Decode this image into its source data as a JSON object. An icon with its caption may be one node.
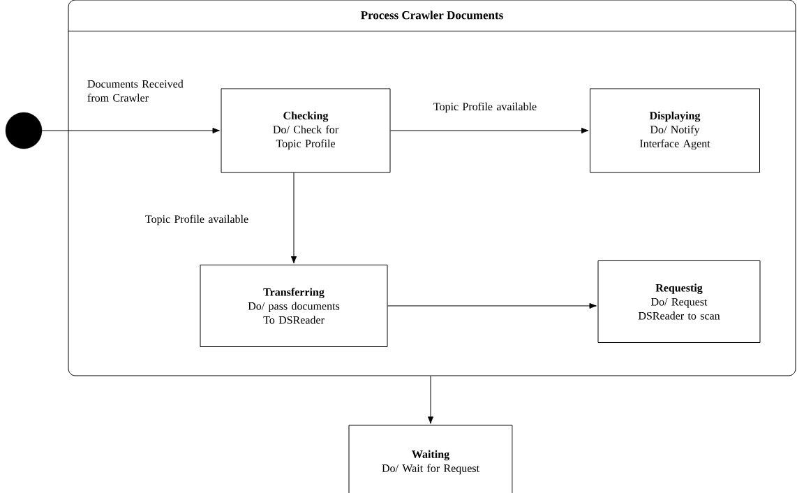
{
  "diagram": {
    "nodes": [
      {
        "text": [
          "Process Crawler Documents"
        ]
      },
      {
        "text": [],
        "shape": "circle"
      },
      {
        "text": [
          "Checking",
          "Do/ Check for Topic Profile"
        ],
        "in": 0
      },
      {
        "text": [
          "Displaying",
          "Do/ Notify Interface Agent"
        ],
        "in": 0
      },
      {
        "text": [
          "Transferring",
          "Do/ pass documents To DSReader"
        ],
        "in": 0
      },
      {
        "text": [
          "Requestig",
          "Do/ Request DSReader to scan"
        ],
        "in": 0
      },
      {
        "text": [
          "Waiting",
          "Do/ Wait for Request"
        ]
      }
    ],
    "edges": [
      {
        "from": 1,
        "to": 2,
        "arrow": "to",
        "label": "Documents Received from Crawler"
      },
      {
        "from": 2,
        "to": 3,
        "arrow": "to",
        "label": "Topic Profile available"
      },
      {
        "from": 2,
        "to": 4,
        "arrow": "to",
        "label": "Topic Profile available"
      },
      {
        "from": 4,
        "to": 5,
        "arrow": "to"
      },
      {
        "from": 0,
        "to": 6,
        "arrow": "to"
      }
    ]
  }
}
